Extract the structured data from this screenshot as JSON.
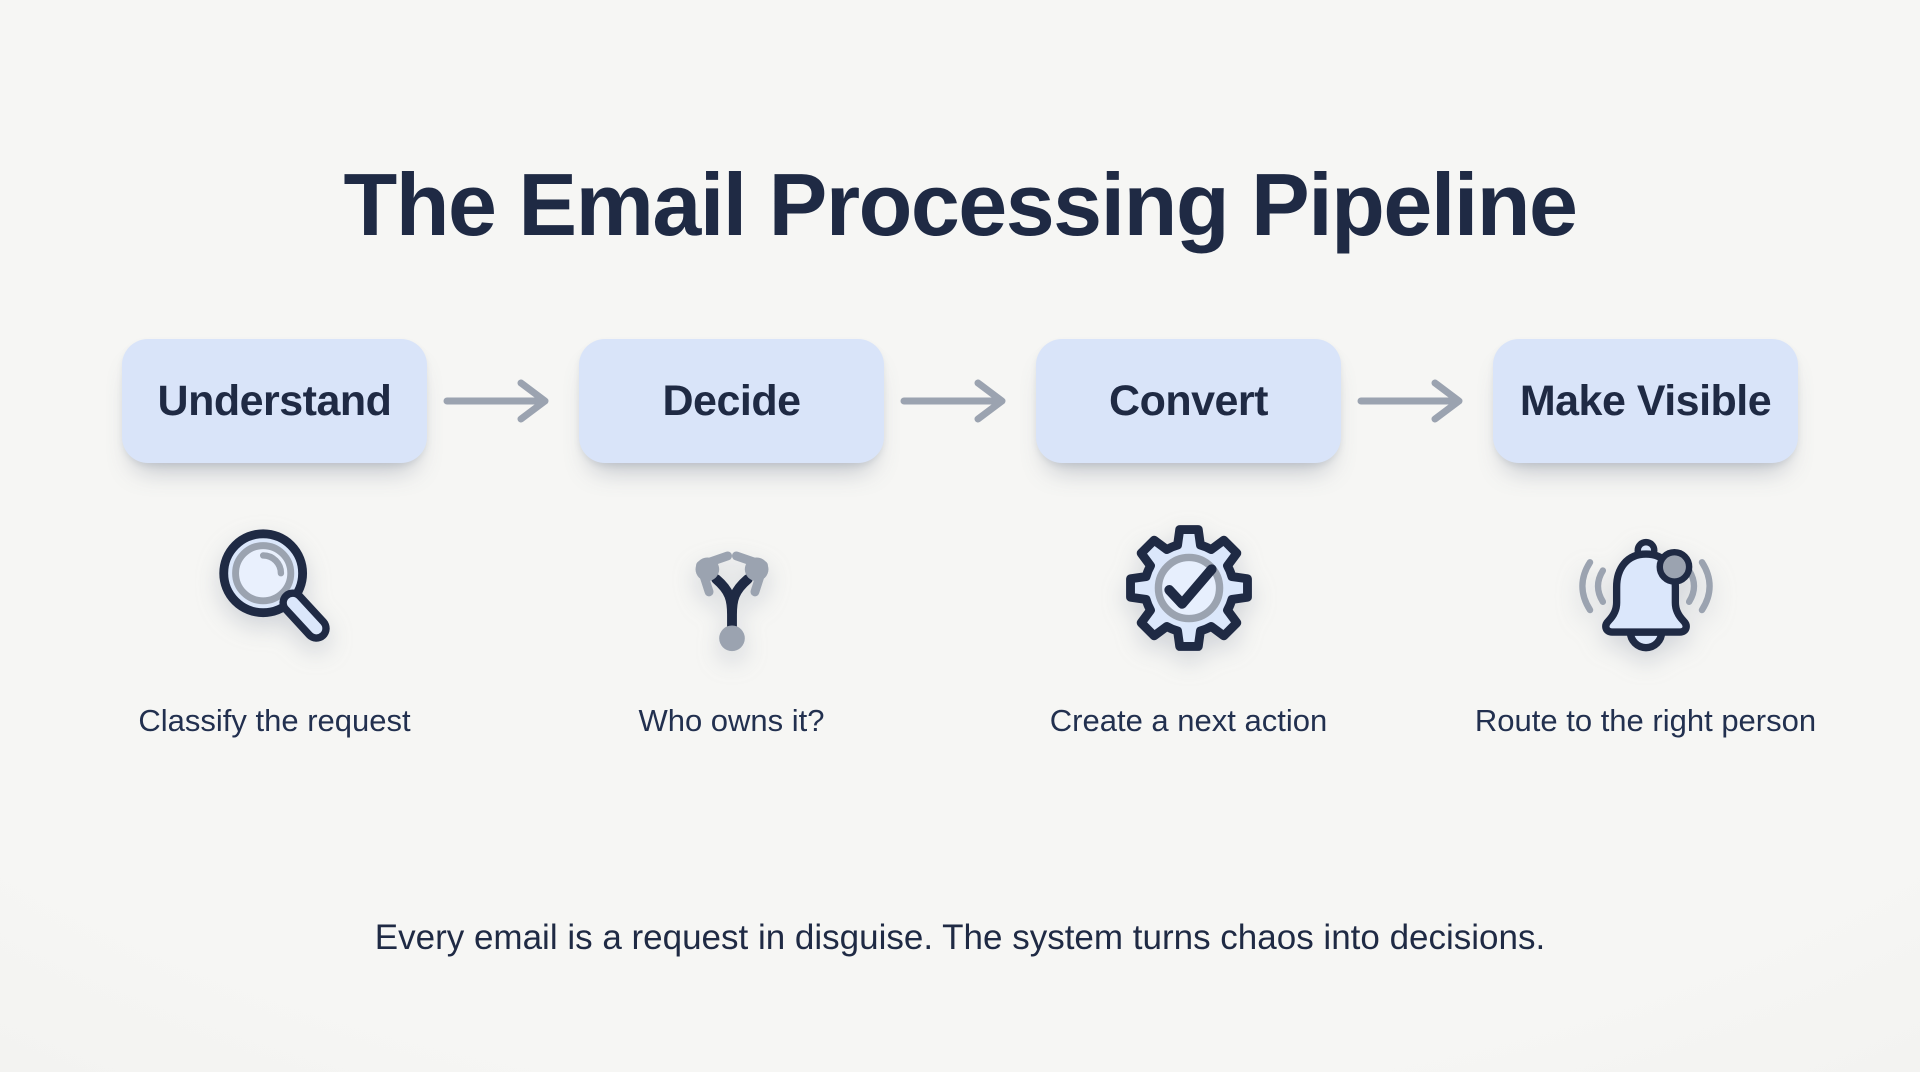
{
  "title": "The Email Processing Pipeline",
  "stages": [
    {
      "label": "Understand",
      "caption": "Classify the request",
      "icon": "magnifier-icon"
    },
    {
      "label": "Decide",
      "caption": "Who owns it?",
      "icon": "branch-icon"
    },
    {
      "label": "Convert",
      "caption": "Create a next action",
      "icon": "gear-check-icon"
    },
    {
      "label": "Make Visible",
      "caption": "Route to the right person",
      "icon": "bell-icon"
    }
  ],
  "footer": "Every email is a request in disguise. The system turns chaos into decisions.",
  "colors": {
    "background": "#f3f3f1",
    "navy": "#1f2a44",
    "pill_blue": "#d9e4f9",
    "icon_blue": "#dbe7fb",
    "accent_gray": "#9ba3b0"
  }
}
